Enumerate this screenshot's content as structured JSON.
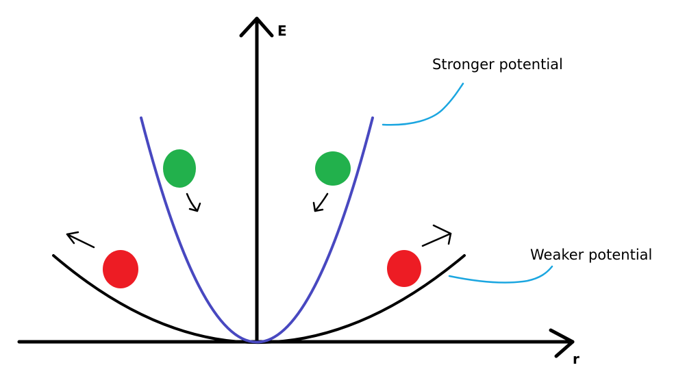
{
  "axes": {
    "y_label": "E",
    "x_label": "r"
  },
  "curves": {
    "strong": {
      "label": "Stronger potential",
      "color": "#4848c0"
    },
    "weak": {
      "label": "Weaker potential",
      "color": "#000000"
    }
  },
  "annotations": {
    "leader_color": "#1ba6e0"
  },
  "particles": {
    "green": {
      "color": "#22b14c",
      "motion": "falling toward the minimum"
    },
    "red": {
      "color": "#ed1c24",
      "motion": "escaping outward"
    }
  }
}
